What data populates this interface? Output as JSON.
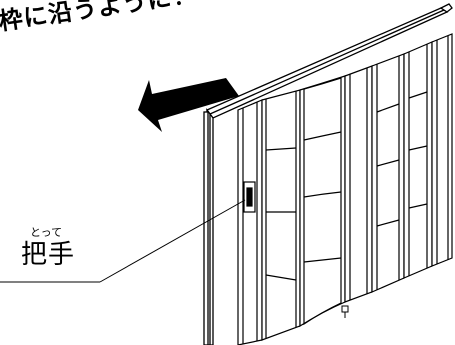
{
  "headline": "枠に沿うように！",
  "callout": {
    "ruby": "とって",
    "label": "把手"
  },
  "colors": {
    "line": "#000000",
    "arrow": "#000000",
    "background": "#ffffff"
  }
}
